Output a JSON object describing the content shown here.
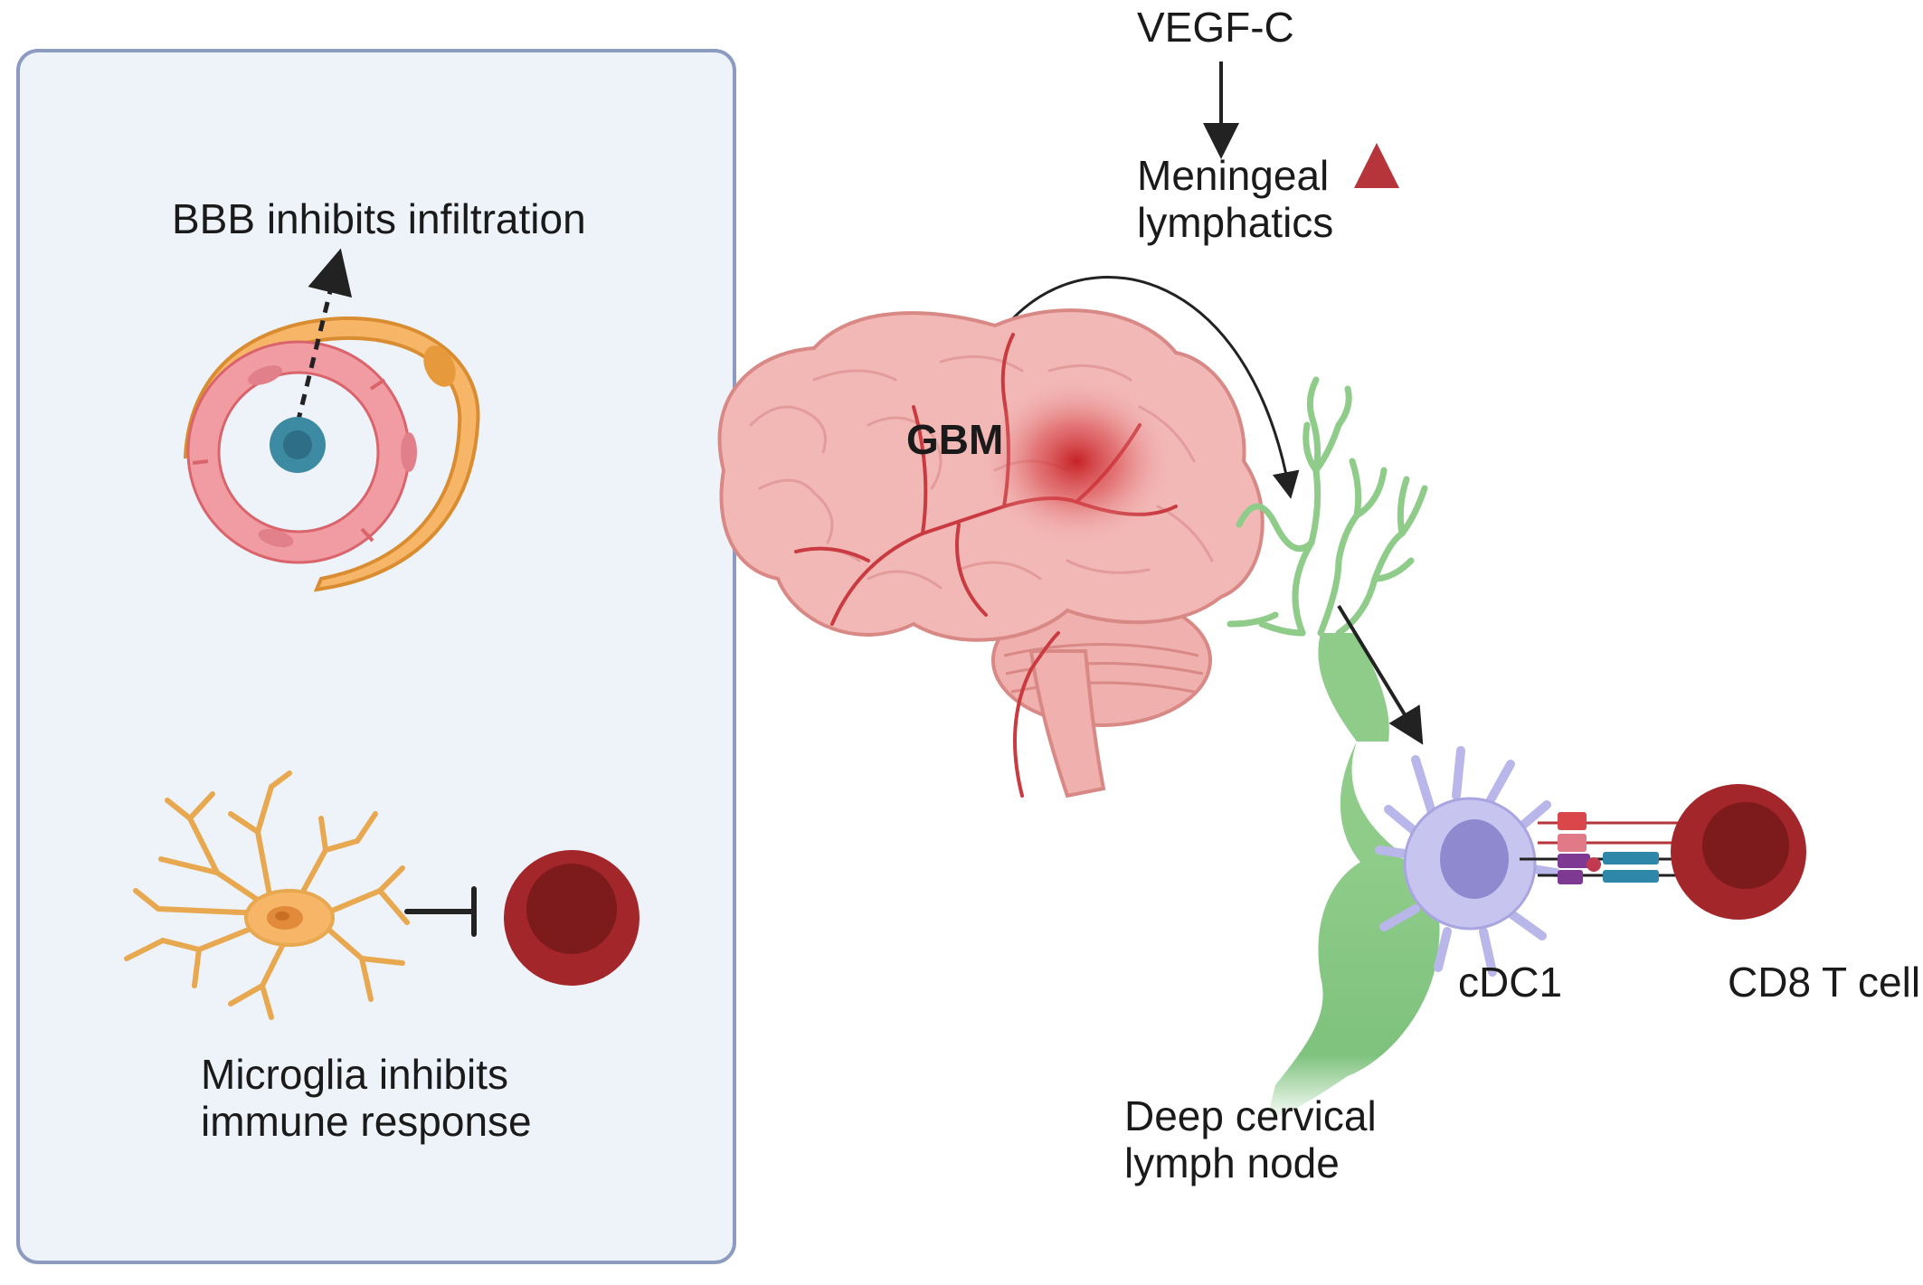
{
  "panel": {
    "bbb_label": "BBB inhibits infiltration",
    "microglia_label_line1": "Microglia inhibits",
    "microglia_label_line2": "immune response"
  },
  "pathway": {
    "vegf_label": "VEGF-C",
    "meningeal_line1": "Meningeal",
    "meningeal_line2": "lymphatics",
    "gbm_label": "GBM",
    "lymph_node_line1": "Deep cervical",
    "lymph_node_line2": "lymph node",
    "cdc1_label": "cDC1",
    "cd8_label": "CD8 T cell"
  },
  "colors": {
    "panel_fill": "#eef2f9",
    "panel_border": "#8c9bc0",
    "endothelium": "#f19ca3",
    "pericyte": "#f6b567",
    "t_cell_dark": "#a3262a",
    "t_cell_inner": "#7d1a1c",
    "lymphatic": "#7ec27d",
    "dendritic": "#b9b6ea",
    "up_arrow": "#b5353b",
    "brain": "#f2b8b6"
  },
  "icons": {
    "blood_vessel": "blood-vessel-cross-section-icon",
    "immune_cell": "immune-cell-icon",
    "microglia": "microglia-icon",
    "inhibition": "inhibition-bar-icon",
    "brain": "brain-icon",
    "lymphatic": "lymphatic-vessel-icon",
    "cdc1": "dendritic-cell-icon",
    "cd8": "t-cell-icon",
    "up_arrow": "increase-arrow-icon"
  }
}
